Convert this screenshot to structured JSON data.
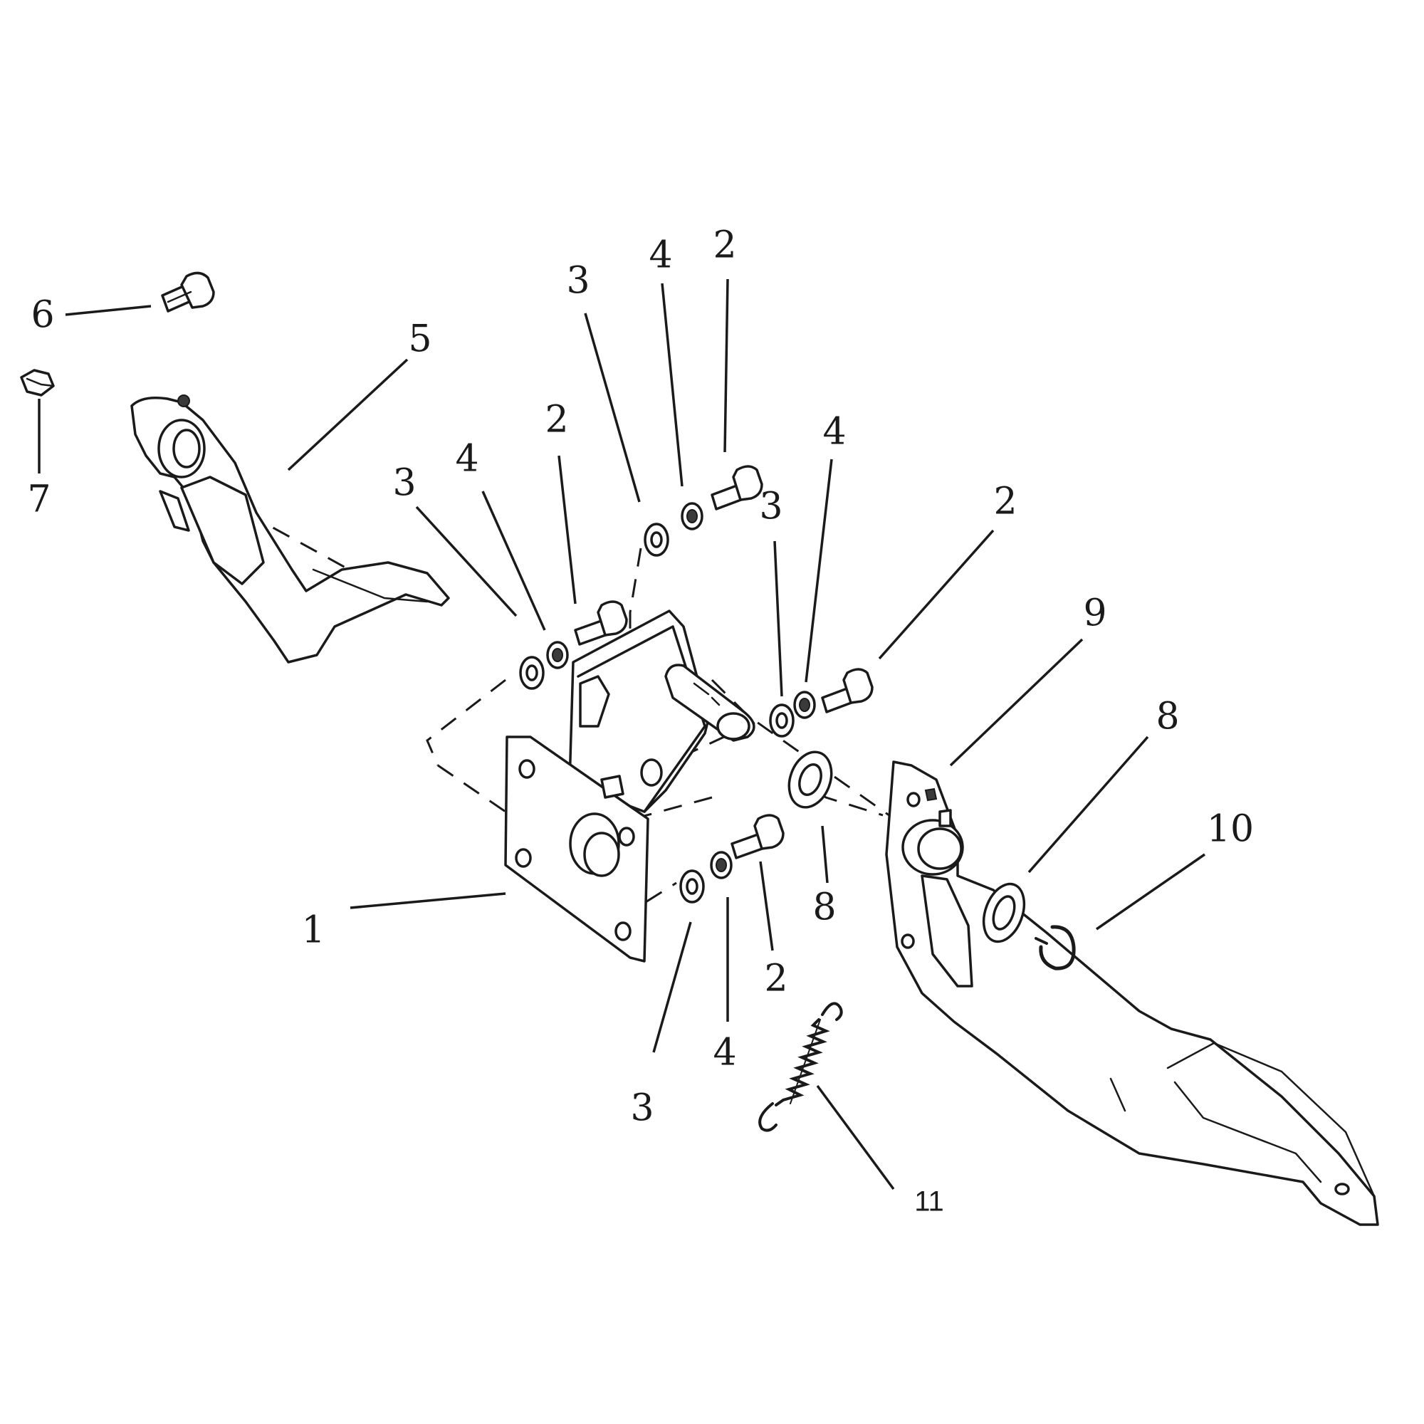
{
  "diagram": {
    "callouts": {
      "c1": "1",
      "c2a": "2",
      "c2b": "2",
      "c2c": "2",
      "c2d": "2",
      "c3a": "3",
      "c3b": "3",
      "c3c": "3",
      "c3d": "3",
      "c4a": "4",
      "c4b": "4",
      "c4c": "4",
      "c4d": "4",
      "c5": "5",
      "c6": "6",
      "c7": "7",
      "c8a": "8",
      "c8b": "8",
      "c9": "9",
      "c10": "10",
      "c11": "11"
    }
  }
}
